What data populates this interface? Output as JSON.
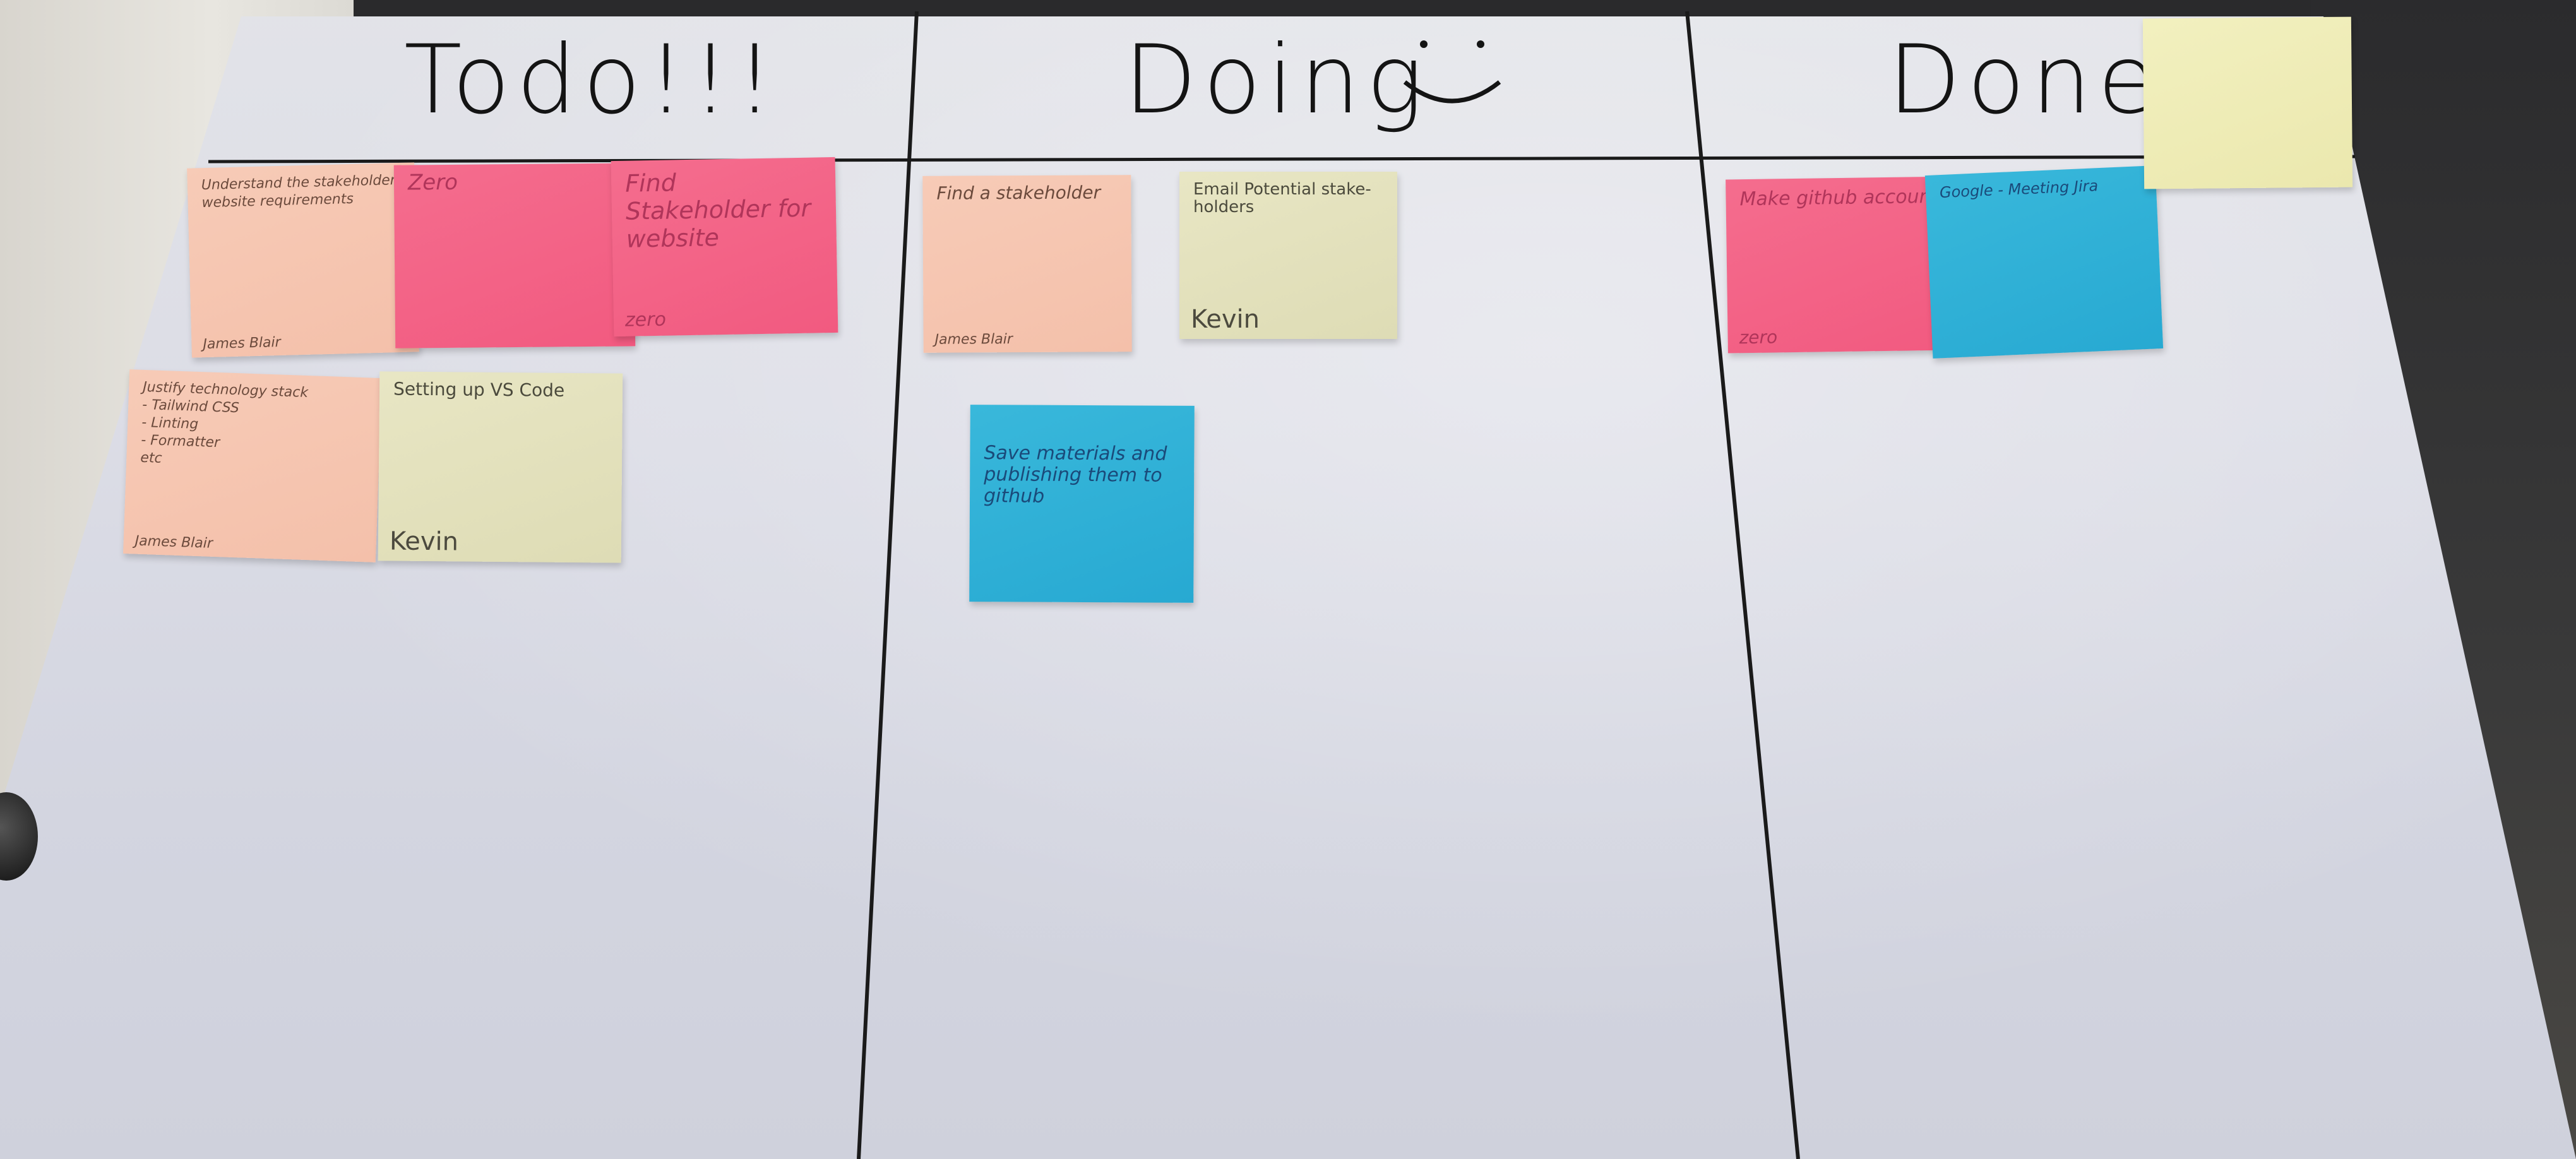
{
  "columns": [
    {
      "title": "Todo!!!"
    },
    {
      "title": "Doing",
      "emoji": ":)"
    },
    {
      "title": "Done"
    }
  ],
  "notes": {
    "todo": [
      {
        "text": "Understand the stakeholder website requirements",
        "sign": "James Blair",
        "color": "peach"
      },
      {
        "text": "Zero",
        "sign": "",
        "color": "pink"
      },
      {
        "text": "Find Stakeholder for website",
        "sign": "zero",
        "color": "pink"
      },
      {
        "text": "Justify technology stack\n- Tailwind CSS\n- Linting\n- Formatter\netc",
        "sign": "James Blair",
        "color": "peach"
      },
      {
        "text": "Setting up VS Code",
        "sign": "Kevin",
        "color": "yellow"
      }
    ],
    "doing": [
      {
        "text": "Find a stakeholder",
        "sign": "James Blair",
        "color": "peach"
      },
      {
        "text": "Email Potential stake-holders",
        "sign": "Kevin",
        "color": "yellow"
      },
      {
        "text": "Save materials and publishing them to github",
        "sign": "",
        "color": "blue"
      }
    ],
    "done": [
      {
        "text": "Make github account",
        "sign": "zero",
        "color": "pink"
      },
      {
        "text": "Google - Meeting Jira",
        "sign": "",
        "color": "blue"
      },
      {
        "text": "",
        "sign": "",
        "color": "paleyellow"
      }
    ]
  },
  "colors": {
    "peach": "#f6c6b2",
    "pink": "#f3648a",
    "yellow": "#e3e1bc",
    "blue": "#30b1d8",
    "paleyellow": "#efecb5"
  }
}
